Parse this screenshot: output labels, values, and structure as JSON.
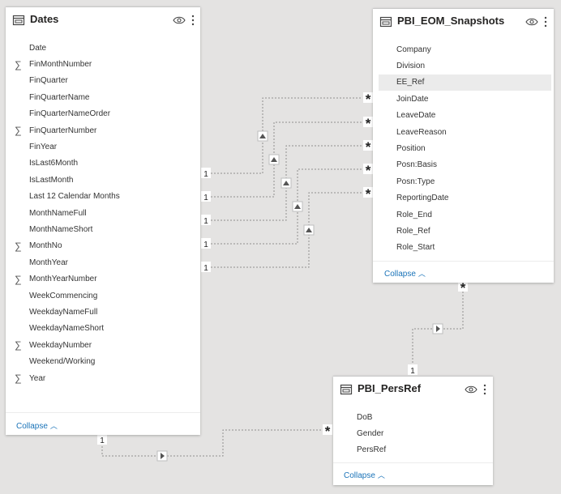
{
  "tables": {
    "dates": {
      "title": "Dates",
      "fields": [
        {
          "name": "Date",
          "sigma": false
        },
        {
          "name": "FinMonthNumber",
          "sigma": true
        },
        {
          "name": "FinQuarter",
          "sigma": false
        },
        {
          "name": "FinQuarterName",
          "sigma": false
        },
        {
          "name": "FinQuarterNameOrder",
          "sigma": false
        },
        {
          "name": "FinQuarterNumber",
          "sigma": true
        },
        {
          "name": "FinYear",
          "sigma": false
        },
        {
          "name": "IsLast6Month",
          "sigma": false
        },
        {
          "name": "IsLastMonth",
          "sigma": false
        },
        {
          "name": "Last 12 Calendar Months",
          "sigma": false
        },
        {
          "name": "MonthNameFull",
          "sigma": false
        },
        {
          "name": "MonthNameShort",
          "sigma": false
        },
        {
          "name": "MonthNo",
          "sigma": true
        },
        {
          "name": "MonthYear",
          "sigma": false
        },
        {
          "name": "MonthYearNumber",
          "sigma": true
        },
        {
          "name": "WeekCommencing",
          "sigma": false
        },
        {
          "name": "WeekdayNameFull",
          "sigma": false
        },
        {
          "name": "WeekdayNameShort",
          "sigma": false
        },
        {
          "name": "WeekdayNumber",
          "sigma": true
        },
        {
          "name": "Weekend/Working",
          "sigma": false
        },
        {
          "name": "Year",
          "sigma": true
        }
      ],
      "collapse_label": "Collapse"
    },
    "snapshots": {
      "title": "PBI_EOM_Snapshots",
      "fields": [
        {
          "name": "Company",
          "highlighted": false
        },
        {
          "name": "Division",
          "highlighted": false
        },
        {
          "name": "EE_Ref",
          "highlighted": true
        },
        {
          "name": "JoinDate",
          "highlighted": false
        },
        {
          "name": "LeaveDate",
          "highlighted": false
        },
        {
          "name": "LeaveReason",
          "highlighted": false
        },
        {
          "name": "Position",
          "highlighted": false
        },
        {
          "name": "Posn:Basis",
          "highlighted": false
        },
        {
          "name": "Posn:Type",
          "highlighted": false
        },
        {
          "name": "ReportingDate",
          "highlighted": false
        },
        {
          "name": "Role_End",
          "highlighted": false
        },
        {
          "name": "Role_Ref",
          "highlighted": false
        },
        {
          "name": "Role_Start",
          "highlighted": false
        }
      ],
      "collapse_label": "Collapse"
    },
    "persref": {
      "title": "PBI_PersRef",
      "fields": [
        {
          "name": "DoB"
        },
        {
          "name": "Gender"
        },
        {
          "name": "PersRef"
        }
      ],
      "collapse_label": "Collapse"
    }
  },
  "relationships": {
    "one_label": "1",
    "many_label": "*"
  },
  "icons": {
    "table": "table-icon",
    "visibility": "eye-icon",
    "more": "more-options-icon",
    "collapse_chevron": "chevron-up-icon",
    "filter_direction": "filter-direction-arrow-icon",
    "sum": "sigma-icon"
  },
  "colors": {
    "canvas": "#e4e3e2",
    "card": "#ffffff",
    "link": "#1a73b8",
    "connector": "#8a8a8a"
  }
}
